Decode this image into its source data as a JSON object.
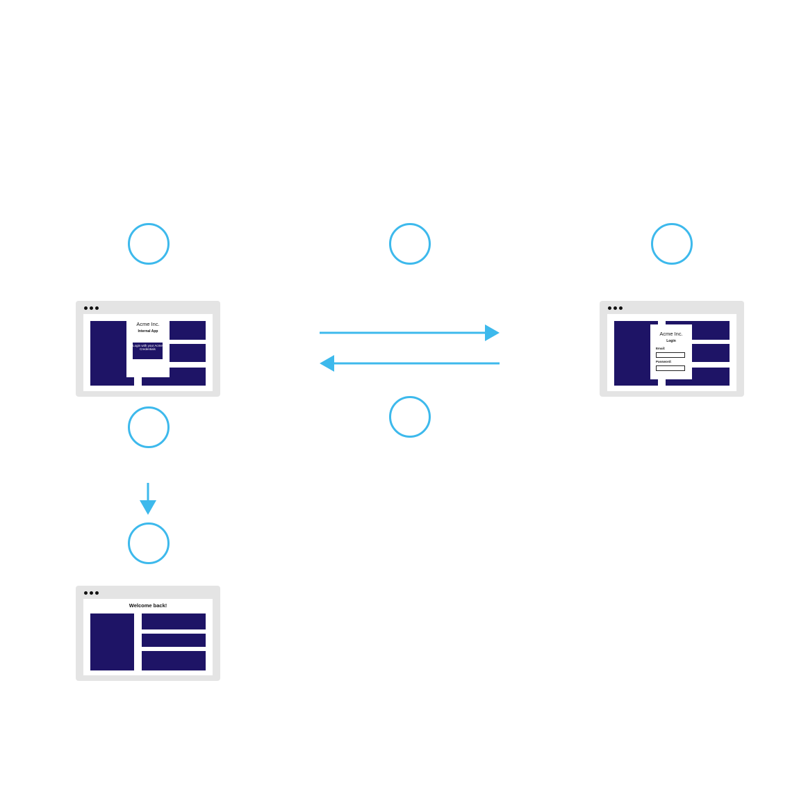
{
  "colors": {
    "accent": "#3db9ec",
    "navy": "#1e1466",
    "frame": "#e4e4e4"
  },
  "app_screen": {
    "company": "Acme Inc.",
    "subtitle": "Internal App",
    "login_button": "Login with your Acme Credentials"
  },
  "idp_screen": {
    "company": "Acme Inc.",
    "subtitle": "Login",
    "email_label": "Email:",
    "password_label": "Password:"
  },
  "welcome_screen": {
    "heading": "Welcome back!"
  }
}
